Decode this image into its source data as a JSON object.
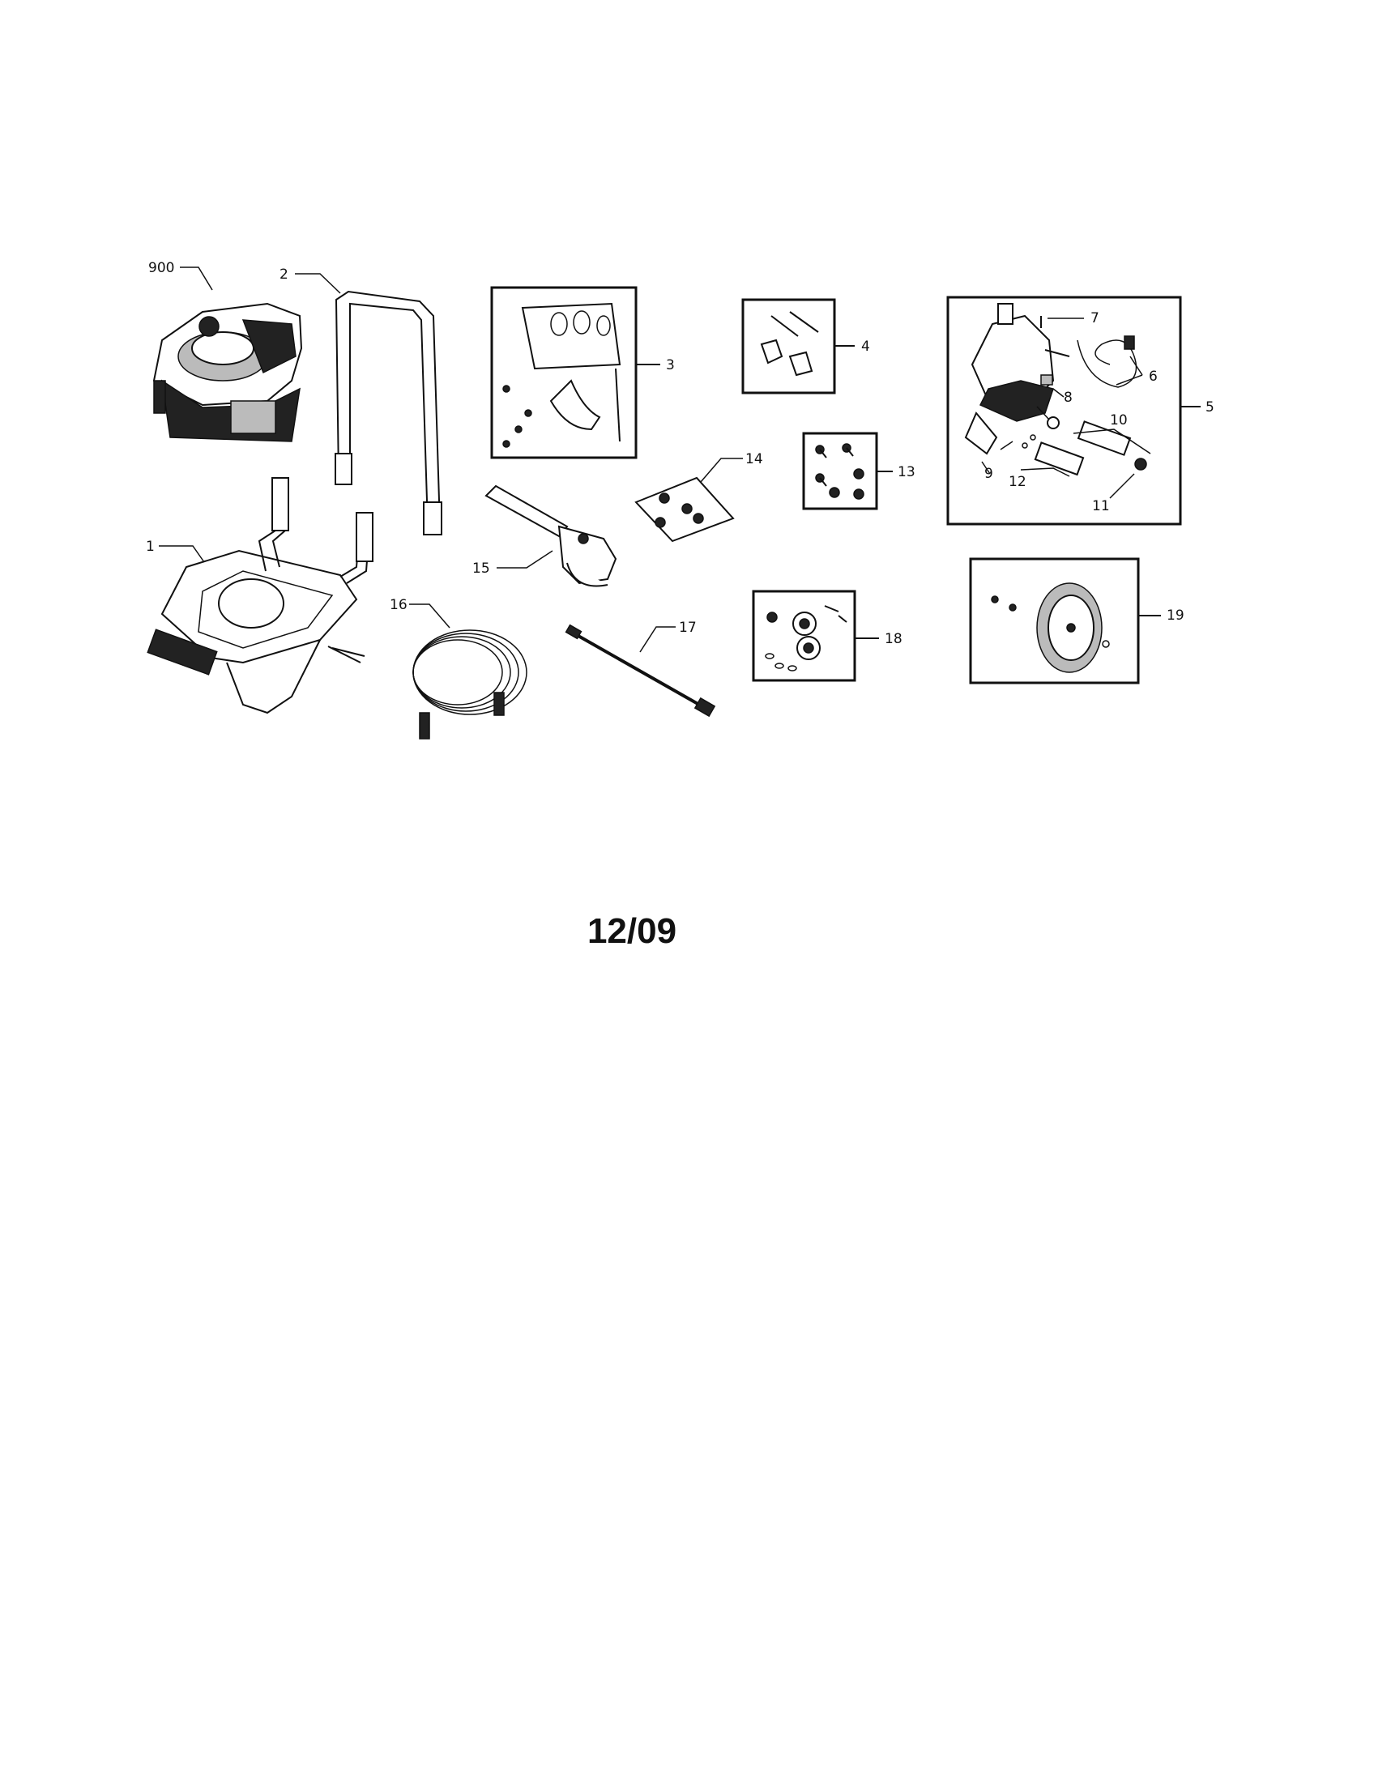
{
  "diagram": {
    "callouts": {
      "p900": "900",
      "p1": "1",
      "p2": "2",
      "p3": "3",
      "p4": "4",
      "p5": "5",
      "p6": "6",
      "p7": "7",
      "p8": "8",
      "p9": "9",
      "p10": "10",
      "p11": "11",
      "p12": "12",
      "p13": "13",
      "p14": "14",
      "p15": "15",
      "p16": "16",
      "p17": "17",
      "p18": "18",
      "p19": "19"
    },
    "date_stamp": "12/09"
  }
}
